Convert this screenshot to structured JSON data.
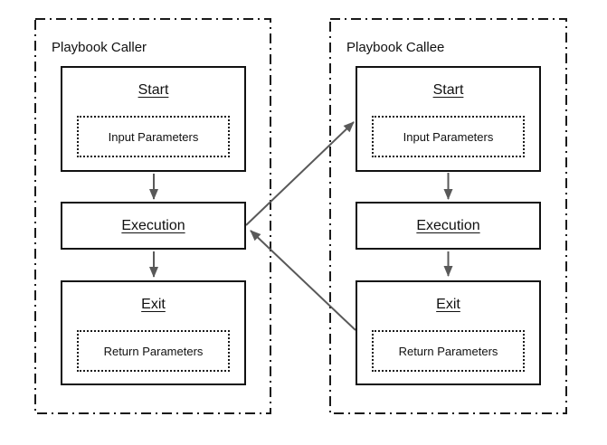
{
  "colors": {
    "background": "#ffffff",
    "box_border": "#111111",
    "panel_border": "#1a1a1a",
    "arrow": "#595959"
  },
  "panels": [
    {
      "id": "caller",
      "label": "Playbook Caller",
      "nodes": {
        "start": {
          "title": "Start",
          "param": "Input Parameters"
        },
        "execution": {
          "title": "Execution"
        },
        "exit": {
          "title": "Exit",
          "param": "Return Parameters"
        }
      }
    },
    {
      "id": "callee",
      "label": "Playbook Callee",
      "nodes": {
        "start": {
          "title": "Start",
          "param": "Input Parameters"
        },
        "execution": {
          "title": "Execution"
        },
        "exit": {
          "title": "Exit",
          "param": "Return Parameters"
        }
      }
    }
  ],
  "connections": [
    {
      "from": "caller.start",
      "to": "caller.execution",
      "kind": "flow"
    },
    {
      "from": "caller.execution",
      "to": "caller.exit",
      "kind": "flow"
    },
    {
      "from": "callee.start",
      "to": "callee.execution",
      "kind": "flow"
    },
    {
      "from": "callee.execution",
      "to": "callee.exit",
      "kind": "flow"
    },
    {
      "from": "caller.execution",
      "to": "callee.start",
      "kind": "call"
    },
    {
      "from": "callee.exit",
      "to": "caller.execution",
      "kind": "return"
    }
  ]
}
